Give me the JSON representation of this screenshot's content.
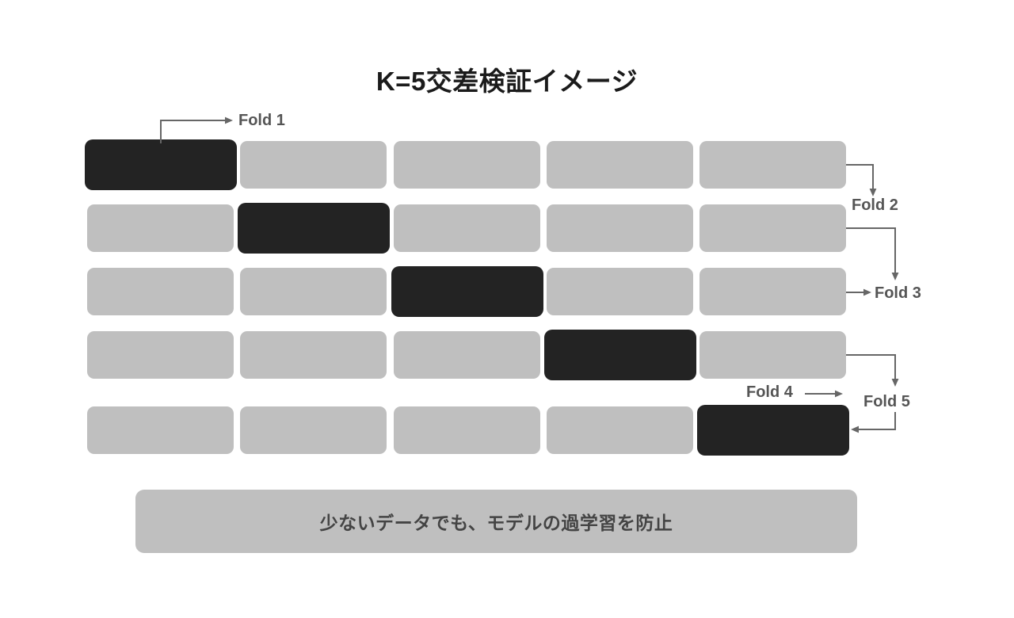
{
  "title": "K=5交差検証イメージ",
  "colors": {
    "background": "#ffffff",
    "block_inactive": "#bfbfbf",
    "block_active": "#232323",
    "title_text": "#1b1b1b",
    "label_text": "#555555",
    "caption_text": "#444444",
    "connector": "#666666"
  },
  "grid": {
    "k": 5,
    "columns": 5,
    "rows": [
      {
        "index": 1,
        "active_column": 1,
        "cells": [
          "validation",
          "train",
          "train",
          "train",
          "train"
        ]
      },
      {
        "index": 2,
        "active_column": 2,
        "cells": [
          "train",
          "validation",
          "train",
          "train",
          "train"
        ]
      },
      {
        "index": 3,
        "active_column": 3,
        "cells": [
          "train",
          "train",
          "validation",
          "train",
          "train"
        ]
      },
      {
        "index": 4,
        "active_column": 4,
        "cells": [
          "train",
          "train",
          "train",
          "validation",
          "train"
        ]
      },
      {
        "index": 5,
        "active_column": 5,
        "cells": [
          "train",
          "train",
          "train",
          "train",
          "validation"
        ]
      }
    ]
  },
  "fold_labels": [
    {
      "id": "fold-1",
      "text": "Fold 1"
    },
    {
      "id": "fold-2",
      "text": "Fold 2"
    },
    {
      "id": "fold-3",
      "text": "Fold 3"
    },
    {
      "id": "fold-4",
      "text": "Fold 4"
    },
    {
      "id": "fold-5",
      "text": "Fold 5"
    }
  ],
  "caption": {
    "text": "少ないデータでも、モデルの過学習を防止"
  }
}
